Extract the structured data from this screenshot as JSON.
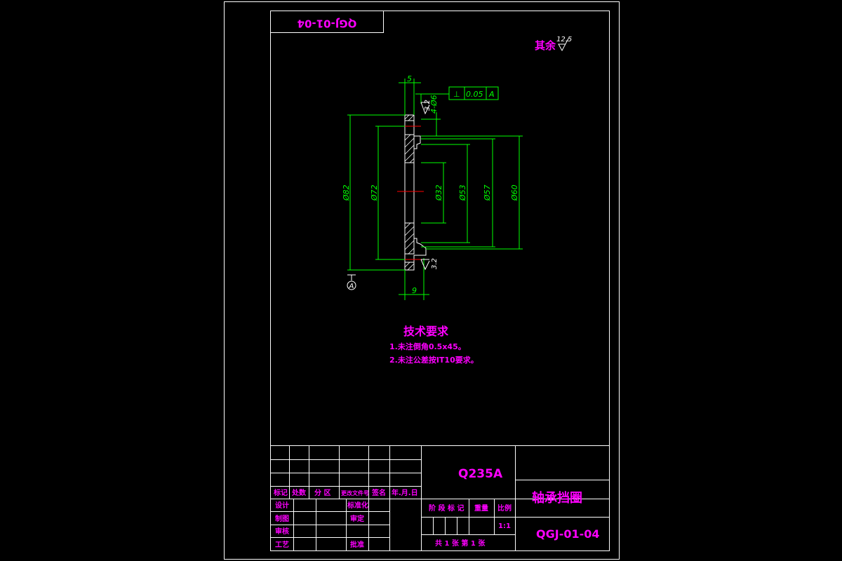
{
  "drawing_code_mirrored": "QGJ-01-04",
  "roughness_general": {
    "label": "其余",
    "value": "12.5"
  },
  "tolerance_frame": {
    "symbol": "⊥",
    "value": "0.05",
    "datum": "A"
  },
  "dimensions": {
    "top_width": "5",
    "bottom_width": "9",
    "hole": "4-Ø6",
    "d82": "Ø82",
    "d72": "Ø72",
    "d32": "Ø32",
    "d53": "Ø53",
    "d57": "Ø57",
    "d60": "Ø60"
  },
  "roughness_local": [
    "3.2",
    "3.2"
  ],
  "datum_label": "A",
  "tech_requirements": {
    "title": "技术要求",
    "items": [
      "1.未注倒角0.5x45。",
      "2.未注公差按IT10要求。"
    ]
  },
  "title_block": {
    "header_row": [
      "标记",
      "处数",
      "分 区",
      "更改文件号",
      "签名",
      "年.月.日"
    ],
    "roles": [
      "设计",
      "制图",
      "审核",
      "工艺"
    ],
    "std_label": "标准化",
    "approve_label": "审定",
    "ratify_label": "批准",
    "material": "Q235A",
    "stage_label": "阶 段 标 记",
    "weight_label": "重量",
    "scale_label": "比例",
    "scale_value": "1:1",
    "sheets": "共 1 张 第 1 张",
    "part_name": "轴承挡圈",
    "drawing_no": "QGJ-01-04"
  }
}
